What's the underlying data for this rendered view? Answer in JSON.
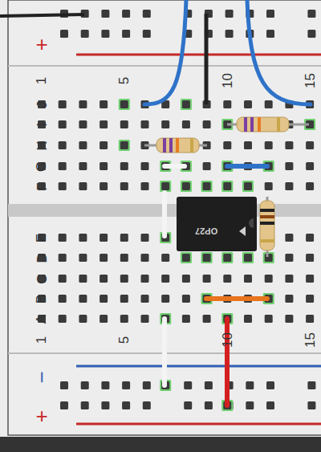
{
  "diagram": {
    "nodes": [
      {
        "text": [
          "OP27"
        ]
      }
    ],
    "labels": [
      "+",
      "1",
      "5",
      "10",
      "15",
      "J",
      "I",
      "H",
      "G",
      "F",
      "E",
      "D",
      "C",
      "B",
      "A",
      "1",
      "5",
      "10",
      "15",
      "−",
      "+"
    ]
  }
}
